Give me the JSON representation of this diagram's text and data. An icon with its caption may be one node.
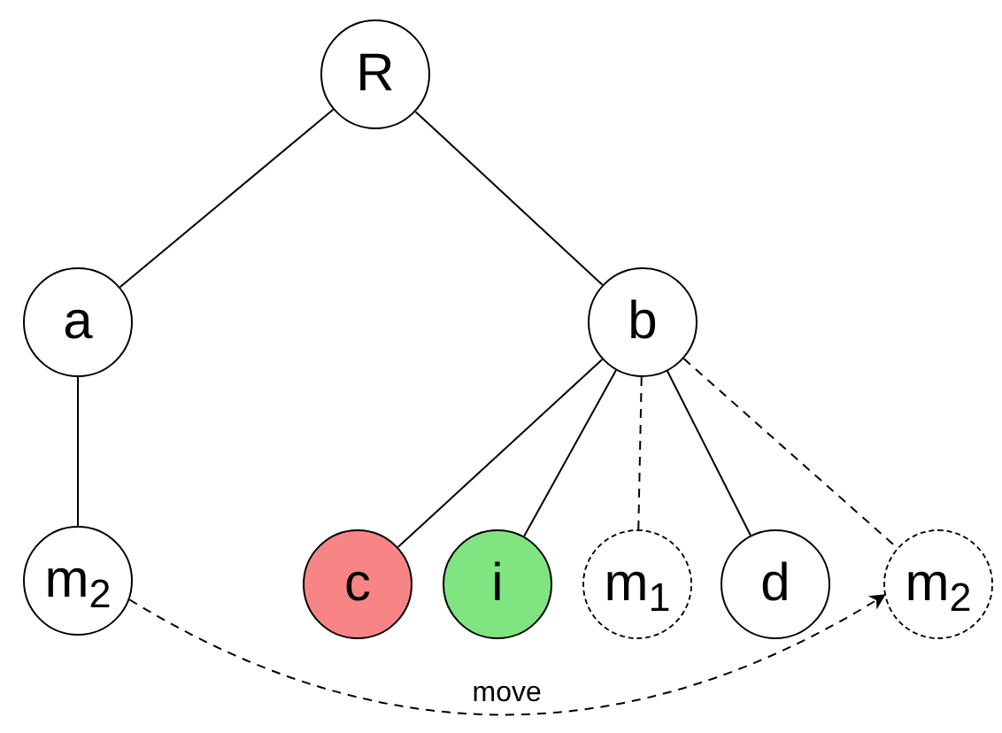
{
  "diagram": {
    "nodes": [
      {
        "text": [
          "R"
        ]
      },
      {
        "text": [
          "a"
        ]
      },
      {
        "text": [
          "b"
        ]
      },
      {
        "text": [
          "m$_{2}$"
        ]
      },
      {
        "text": [
          "c"
        ]
      },
      {
        "text": [
          "i"
        ]
      },
      {
        "text": [
          "m$_{1}$"
        ]
      },
      {
        "text": [
          "d"
        ]
      },
      {
        "text": [
          "m$_{2}$"
        ]
      }
    ],
    "edges": [
      {
        "from": 0,
        "to": 1,
        "arrow": "none"
      },
      {
        "from": 0,
        "to": 2,
        "arrow": "none"
      },
      {
        "from": 1,
        "to": 3,
        "arrow": "none"
      },
      {
        "from": 2,
        "to": 4,
        "arrow": "none"
      },
      {
        "from": 2,
        "to": 5,
        "arrow": "none"
      },
      {
        "from": 2,
        "to": 6,
        "arrow": "none",
        "style": "dashed"
      },
      {
        "from": 2,
        "to": 7,
        "arrow": "none"
      },
      {
        "from": 2,
        "to": 8,
        "arrow": "none",
        "style": "dashed"
      },
      {
        "from": 3,
        "to": 8,
        "arrow": "to",
        "style": "dashed",
        "label": "move"
      }
    ]
  }
}
